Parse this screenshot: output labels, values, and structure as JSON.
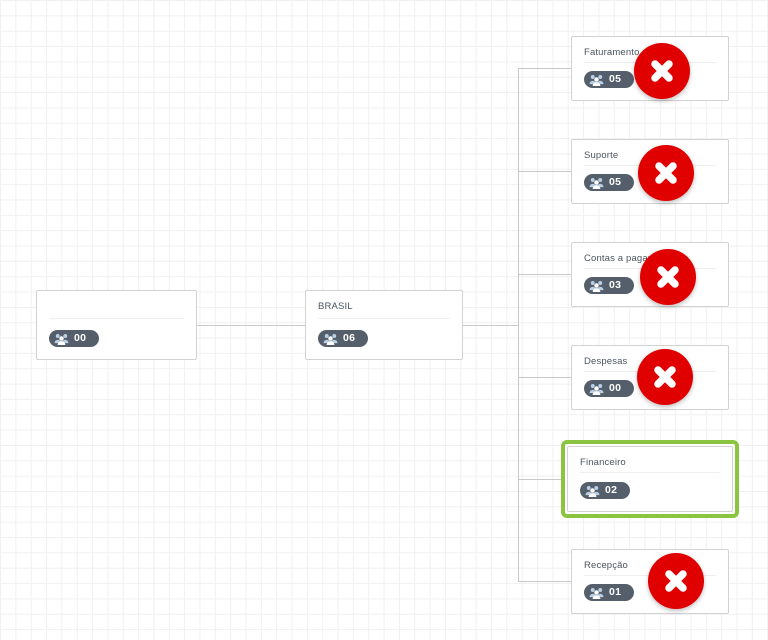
{
  "diagram": {
    "type": "org-chart",
    "background": "grid",
    "selected_node": "Financeiro",
    "colors": {
      "node_border": "#d2d2d2",
      "connector": "#c9c9c9",
      "badge_background": "#555f6b",
      "badge_text": "#ffffff",
      "title_text": "#4a5560",
      "selection_highlight": "#8bc53f",
      "error_badge": "#e00000",
      "canvas": "#ffffff",
      "grid_line": "#f0f0f0"
    },
    "icons": {
      "people": "people-group-icon",
      "remove": "remove-x-icon"
    },
    "nodes": [
      {
        "id": "root",
        "title": "",
        "count": "00",
        "has_remove": false,
        "selected": false
      },
      {
        "id": "brasil",
        "title": "BRASIL",
        "count": "06",
        "has_remove": false,
        "selected": false
      },
      {
        "id": "faturamento",
        "title": "Faturamento",
        "count": "05",
        "has_remove": true,
        "selected": false
      },
      {
        "id": "suporte",
        "title": "Suporte",
        "count": "05",
        "has_remove": true,
        "selected": false
      },
      {
        "id": "contas-a-pagar",
        "title": "Contas a pagar",
        "count": "03",
        "has_remove": true,
        "selected": false
      },
      {
        "id": "despesas",
        "title": "Despesas",
        "count": "00",
        "has_remove": true,
        "selected": false
      },
      {
        "id": "financeiro",
        "title": "Financeiro",
        "count": "02",
        "has_remove": false,
        "selected": true
      },
      {
        "id": "recepcao",
        "title": "Recepção",
        "count": "01",
        "has_remove": true,
        "selected": false
      }
    ]
  }
}
